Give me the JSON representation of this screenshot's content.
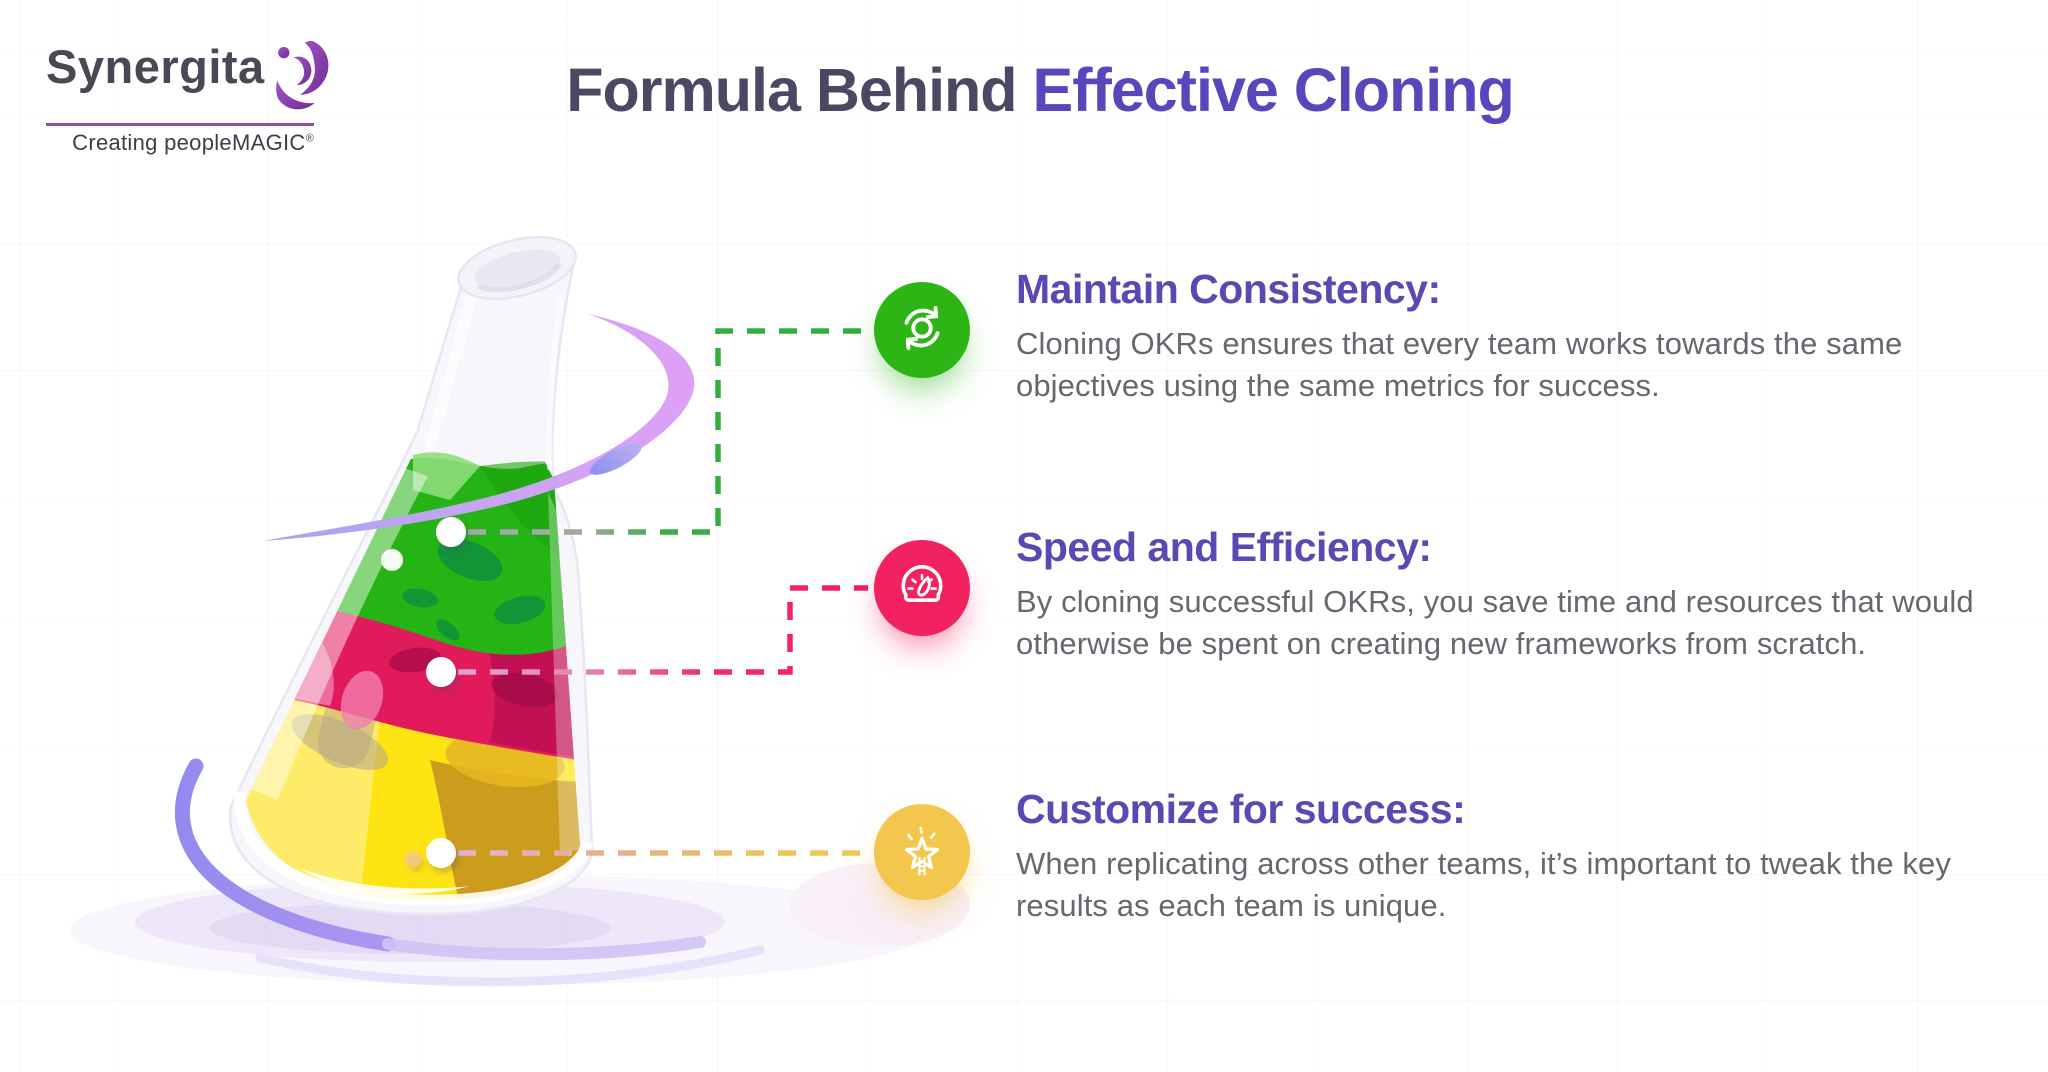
{
  "logo": {
    "brand": "Synergita",
    "tagline": "Creating peopleMAGIC",
    "registered_mark": "®",
    "icon": "purple-swirl-logo-icon",
    "underline_color": "#8b51a9",
    "brand_color": "#4a4854"
  },
  "title": {
    "prefix": "Formula Behind",
    "highlight": "Effective Cloning",
    "prefix_color": "#4d4763",
    "highlight_color": "#5847bc"
  },
  "callouts": [
    {
      "heading": "Maintain Consistency:",
      "body_line1": "Cloning OKRs ensures that every team works towards the same",
      "body_line2": "objectives using the same metrics for success.",
      "icon": "sync-arrows-icon",
      "accent": "#2db516",
      "connector": "green-dashed-line"
    },
    {
      "heading": "Speed and Efficiency:",
      "body_line1": "By cloning successful OKRs, you save time and resources that would",
      "body_line2": "otherwise be spent on creating new frameworks from scratch.",
      "icon": "speedometer-icon",
      "accent": "#f2215f",
      "connector": "pink-dashed-line"
    },
    {
      "heading": "Customize for success:",
      "body_line1": "When replicating across other teams, it’s important to tweak the key",
      "body_line2": "results as each team is unique.",
      "icon": "magic-star-icon",
      "accent": "#f3c64e",
      "connector": "yellow-dashed-line"
    }
  ],
  "illustration": {
    "name": "tilted-erlenmeyer-flask",
    "elements": [
      "glass-flask",
      "green-liquid-layer",
      "red-liquid-layer",
      "yellow-liquid-layer",
      "purple-orbit-swirl",
      "base-swirl",
      "flask-shadow",
      "marker-dots",
      "dashed-connectors"
    ],
    "liquid_colors": {
      "green": "#25b415",
      "red": "#e11a5b",
      "yellow": "#ffe414"
    },
    "swirl_color": "#c9a6f3",
    "glass_color": "#f6f5fa"
  }
}
